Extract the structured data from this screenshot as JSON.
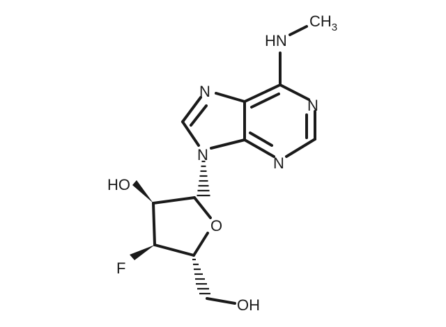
{
  "molecule": {
    "atoms": {
      "methylamino_nh": "HN",
      "methyl": "CH",
      "methyl_subscript": "3",
      "n1": "N",
      "n3": "N",
      "n7": "N",
      "n9": "N",
      "ring_oxygen": "O",
      "hydroxyl_2": "HO",
      "fluorine": "F",
      "hydroxyl_5": "OH"
    }
  }
}
